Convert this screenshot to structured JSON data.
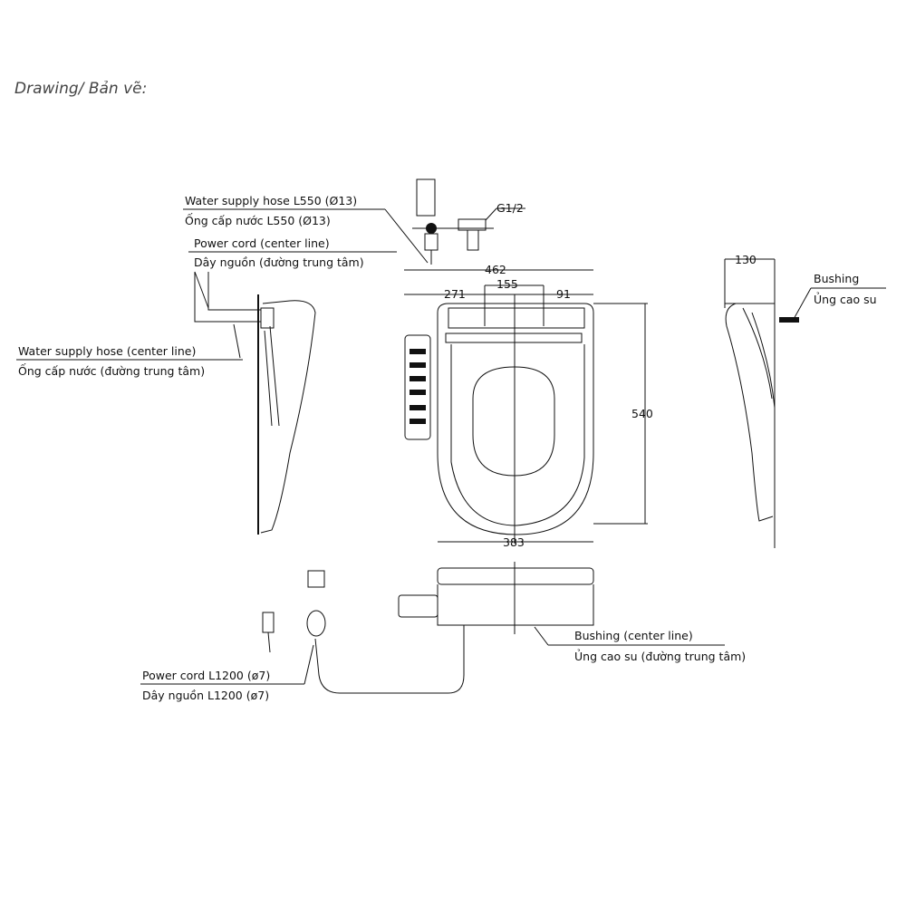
{
  "title": "Drawing/ Bản vẽ:",
  "labels": {
    "water_hose_en": "Water supply hose L550 (Ø13)",
    "water_hose_vi": "Ống cấp nước L550 (Ø13)",
    "power_center_en": "Power cord (center line)",
    "power_center_vi": "Dây nguồn (đường trung tâm)",
    "water_center_en": "Water supply hose (center line)",
    "water_center_vi": "Ống cấp nước (đường trung tâm)",
    "thread": "G1/2",
    "bushing_en": "Bushing",
    "bushing_vi": "Ủng cao su",
    "bushing_center_en": "Bushing (center line)",
    "bushing_center_vi": "Ủng cao su (đường trung tâm)",
    "power_len_en": "Power cord L1200 (ø7)",
    "power_len_vi": "Dây nguồn L1200 (ø7)"
  },
  "dimensions": {
    "width_total": "462",
    "left_offset": "271",
    "center_span": "155",
    "right_offset": "91",
    "length": "540",
    "bottom_width": "383",
    "depth": "130"
  }
}
